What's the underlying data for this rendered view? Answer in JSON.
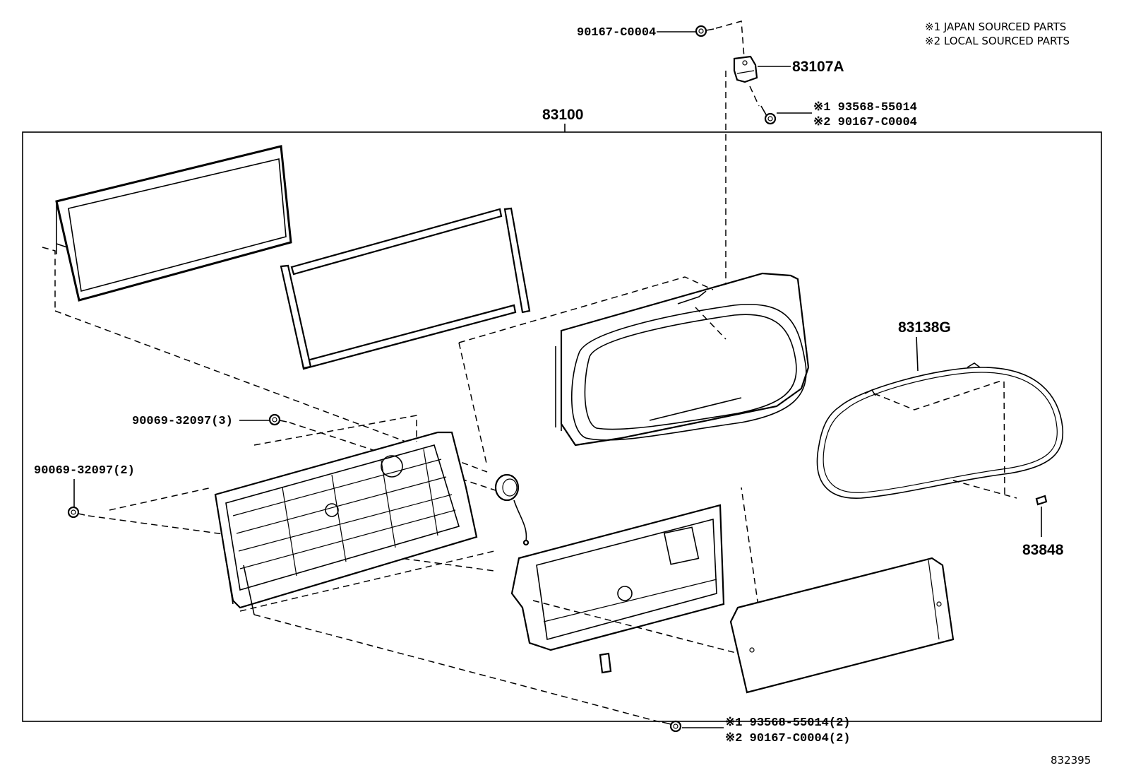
{
  "legend": {
    "line1": "※1 JAPAN SOURCED PARTS",
    "line2": "※2 LOCAL SOURCED PARTS"
  },
  "labels": {
    "screw_top": "90167-C0004",
    "bracket": "83107A",
    "screw_bracket_1": "※1 93568-55014",
    "screw_bracket_2": "※2 90167-C0004",
    "assembly": "83100",
    "lens": "83138G",
    "clip": "83848",
    "screw_3": "90069-32097(3)",
    "screw_2": "90069-32097(2)",
    "screw_bottom_1": "※1 93568-55014(2)",
    "screw_bottom_2": "※2 90167-C0004(2)"
  },
  "diagram_id": "832395"
}
